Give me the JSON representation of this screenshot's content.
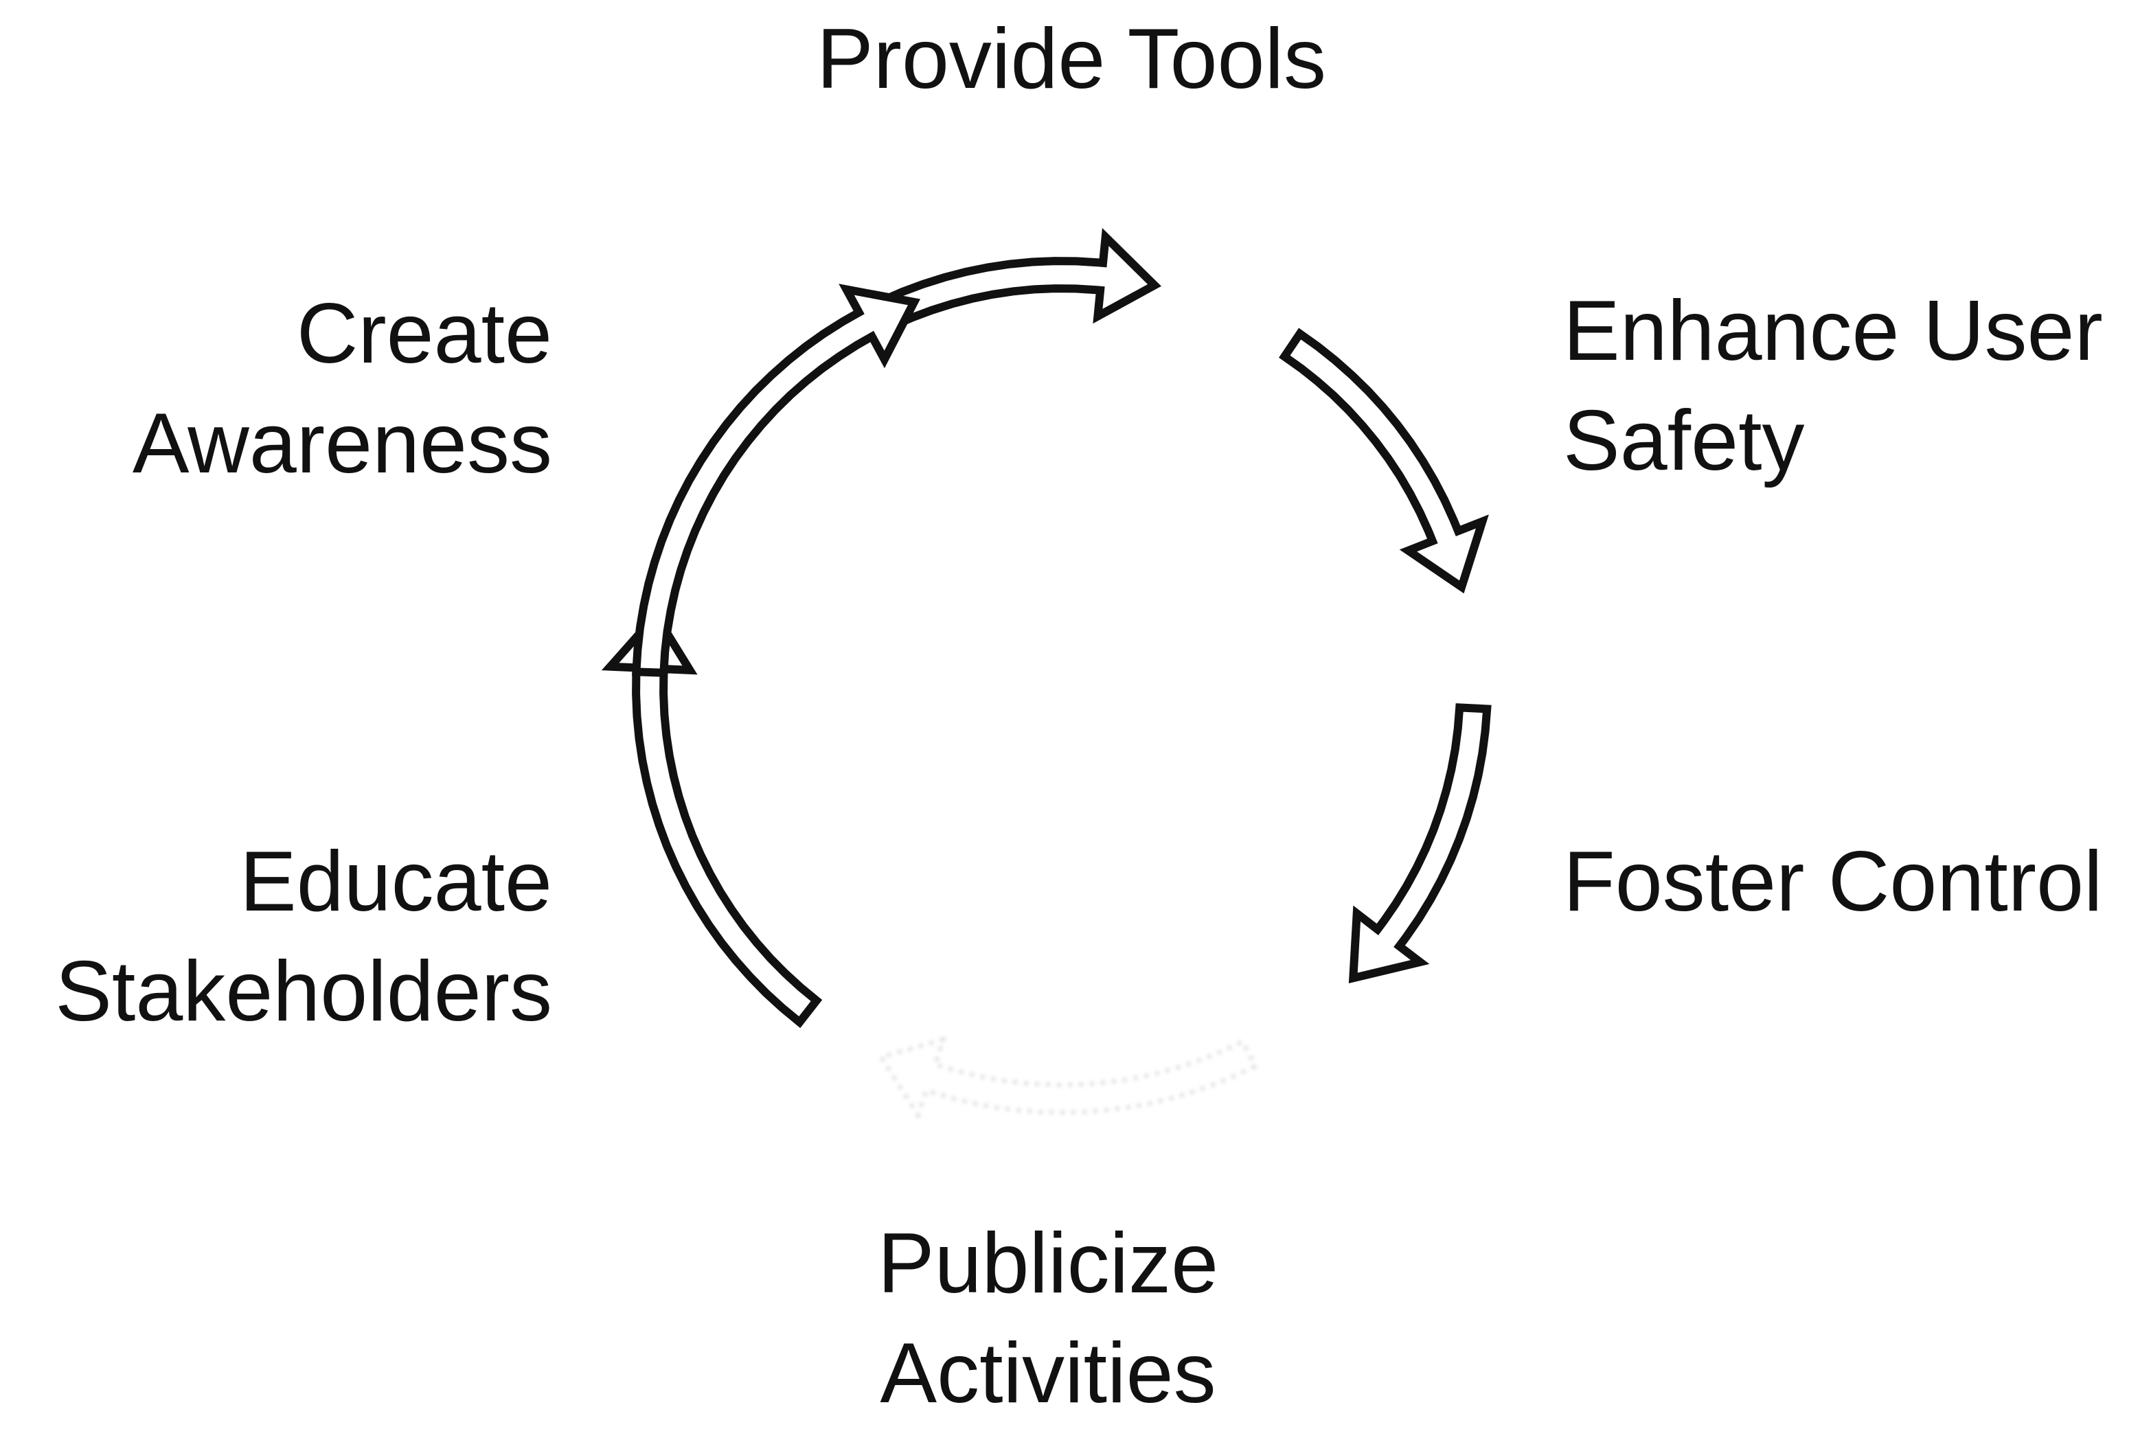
{
  "diagram": {
    "type": "cycle",
    "stroke_color": "#111111",
    "fill_color": "#ffffff",
    "steps": [
      {
        "lines": [
          "Provide Tools"
        ]
      },
      {
        "lines": [
          "Enhance User",
          "Safety"
        ]
      },
      {
        "lines": [
          "Foster Control"
        ]
      },
      {
        "lines": [
          "Publicize",
          "Activities"
        ]
      },
      {
        "lines": [
          "Educate",
          "Stakeholders"
        ]
      },
      {
        "lines": [
          "Create",
          "Awareness"
        ]
      }
    ]
  }
}
